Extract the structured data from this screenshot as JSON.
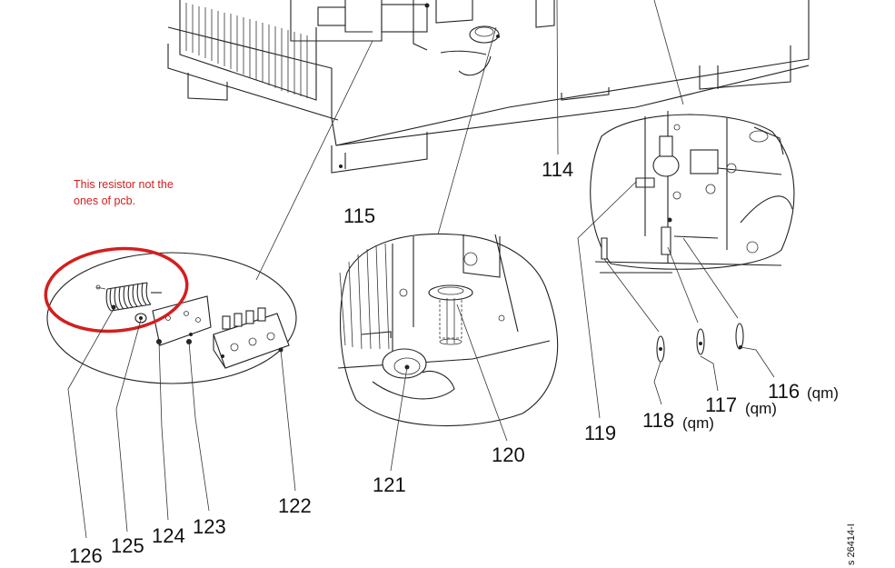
{
  "annotation": {
    "note_line1": "This resistor not the",
    "note_line2": "ones of pcb.",
    "highlight_color": "#d41e1e"
  },
  "labels": {
    "n114": "114",
    "n115": "115",
    "n116": "116",
    "n116_suffix": "(qm)",
    "n117": "117",
    "n117_suffix": "(qm)",
    "n118": "118",
    "n118_suffix": "(qm)",
    "n119": "119",
    "n120": "120",
    "n121": "121",
    "n122": "122",
    "n123": "123",
    "n124": "124",
    "n125": "125",
    "n126": "126"
  },
  "document": {
    "drawing_number": "s 26414-I"
  }
}
